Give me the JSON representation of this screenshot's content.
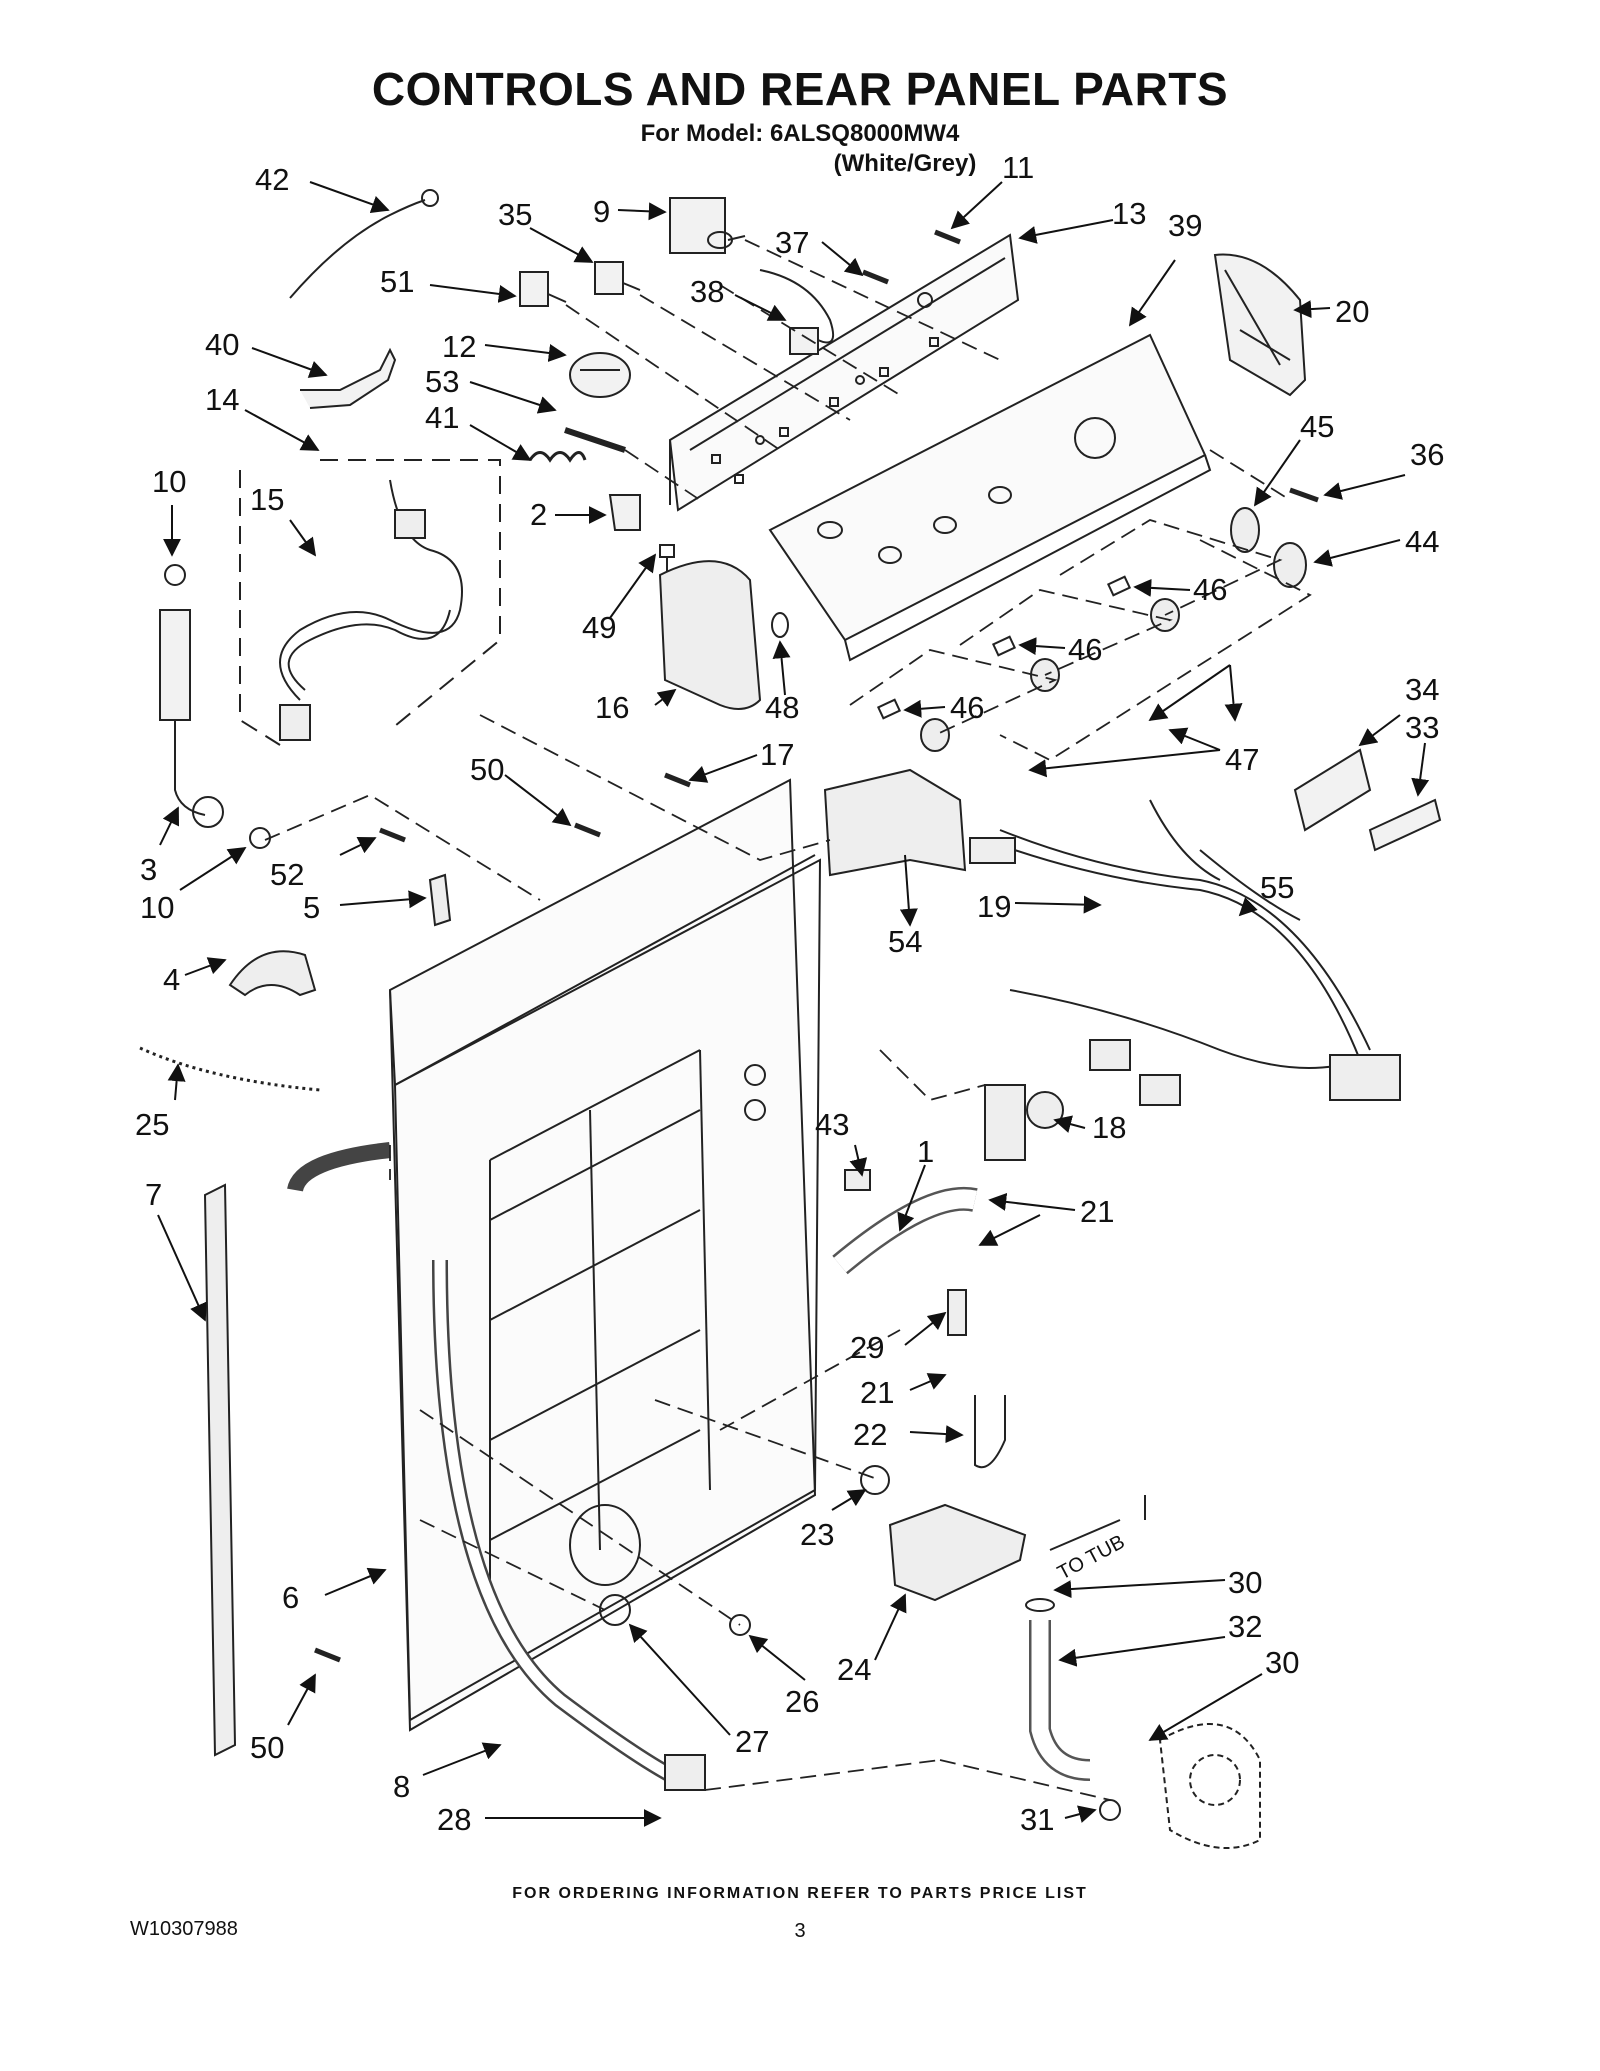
{
  "header": {
    "title": "CONTROLS AND REAR PANEL PARTS",
    "model": "For Model: 6ALSQ8000MW4",
    "variant": "(White/Grey)"
  },
  "diagram": {
    "tub_label": "TO TUB",
    "callouts": {
      "c42": "42",
      "c35": "35",
      "c9": "9",
      "c11": "11",
      "c13": "13",
      "c39": "39",
      "c51": "51",
      "c37": "37",
      "c38": "38",
      "c20": "20",
      "c40": "40",
      "c12": "12",
      "c53": "53",
      "c14": "14",
      "c41": "41",
      "c45": "45",
      "c36": "36",
      "c10a": "10",
      "c15": "15",
      "c2": "2",
      "c44": "44",
      "c46a": "46",
      "c49": "49",
      "c46b": "46",
      "c16": "16",
      "c48": "48",
      "c46c": "46",
      "c34": "34",
      "c33": "33",
      "c17": "17",
      "c47": "47",
      "c50a": "50",
      "c3": "3",
      "c52": "52",
      "c10b": "10",
      "c5": "5",
      "c55": "55",
      "c54": "54",
      "c19": "19",
      "c4": "4",
      "c43": "43",
      "c18": "18",
      "c25": "25",
      "c1": "1",
      "c7": "7",
      "c21a": "21",
      "c29": "29",
      "c21b": "21",
      "c22": "22",
      "c23": "23",
      "c30a": "30",
      "c6": "6",
      "c32": "32",
      "c30b": "30",
      "c24": "24",
      "c26": "26",
      "c50b": "50",
      "c27": "27",
      "c8": "8",
      "c28": "28",
      "c31": "31"
    }
  },
  "footer": {
    "note": "FOR ORDERING INFORMATION REFER TO PARTS PRICE LIST",
    "doc_number": "W10307988",
    "page_number": "3"
  }
}
